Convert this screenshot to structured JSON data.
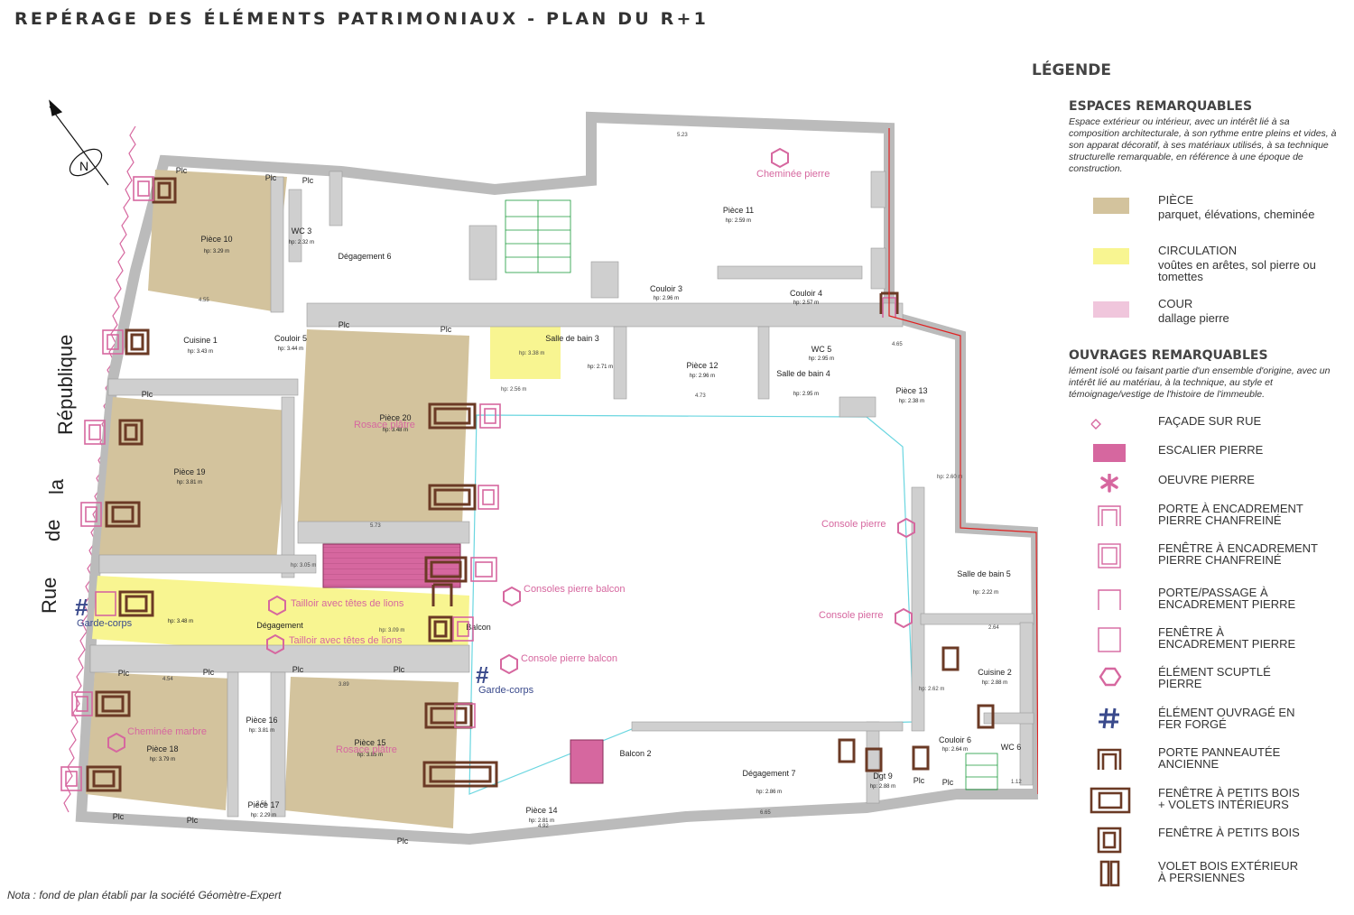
{
  "title": "REPÉRAGE DES ÉLÉMENTS PATRIMONIAUX - PLAN DU R+1",
  "nota": "Nota : fond de plan établi par la société Géomètre-Expert",
  "street": [
    "Rue",
    "de",
    "la",
    "République"
  ],
  "colors": {
    "piece": "#d3c39d",
    "circulation": "#f8f591",
    "cour": "#f0c6dc",
    "pink": "#d6679f",
    "brown": "#6b3a25",
    "navy": "#3a4a8c",
    "wall": "#cfcfcf"
  },
  "rooms": [
    {
      "name": "Pièce 10",
      "hp": "hp: 3.29 m"
    },
    {
      "name": "Cuisine 1",
      "hp": "hp: 3.43 m"
    },
    {
      "name": "Pièce 19",
      "hp": "hp: 3.81 m"
    },
    {
      "name": "Pièce 18",
      "hp": "hp: 3.79 m"
    },
    {
      "name": "Pièce 20",
      "hp": "hp: 3.48 m"
    },
    {
      "name": "Pièce 15",
      "hp": "hp: 3.85 m"
    },
    {
      "name": "Pièce 16",
      "hp": "hp: 3.81 m"
    },
    {
      "name": "Pièce 17",
      "hp": "hp: 2.29 m"
    },
    {
      "name": "WC 3",
      "hp": "hp: 2.32 m"
    },
    {
      "name": "Couloir 5",
      "hp": "hp: 3.44 m"
    },
    {
      "name": "Dégagement",
      "hp": "hp: 3.48 m"
    },
    {
      "name": "Salle de bain 3",
      "hp": "hp: 2.71 m"
    },
    {
      "name": "Pièce 11",
      "hp": "hp: 2.59 m"
    },
    {
      "name": "Couloir 3",
      "hp": "hp: 2.96 m"
    },
    {
      "name": "Couloir 4",
      "hp": "hp: 2.57 m"
    },
    {
      "name": "Pièce 12",
      "hp": "hp: 2.96 m"
    },
    {
      "name": "Salle de bain 4",
      "hp": "hp: 2.95 m"
    },
    {
      "name": "WC 5",
      "hp": "hp: 2.95 m"
    },
    {
      "name": "Pièce 13",
      "hp": "hp: 2.38 m"
    },
    {
      "name": "Salle de bain 5",
      "hp": "hp: 2.22 m"
    },
    {
      "name": "Cuisine 2",
      "hp": "hp: 2.88 m"
    },
    {
      "name": "Couloir 6",
      "hp": "hp: 2.64 m"
    },
    {
      "name": "WC 6",
      "hp": ""
    },
    {
      "name": "Dgt 9",
      "hp": "hp: 2.88 m"
    },
    {
      "name": "Dégagement 7",
      "hp": "hp: 2.86 m"
    },
    {
      "name": "Pièce 14",
      "hp": "hp: 2.81 m"
    },
    {
      "name": "Balcon 2",
      "hp": ""
    },
    {
      "name": "Balcon",
      "hp": ""
    },
    {
      "name": "Dégagement 6",
      "hp": ""
    }
  ],
  "annotations": [
    "Cheminée pierre",
    "Rosace plâtre",
    "Tailloir avec têtes de lions",
    "Tailloir avec têtes de lions",
    "Garde-corps",
    "Consoles pierre balcon",
    "Console pierre balcon",
    "Garde-corps",
    "Console pierre",
    "Console pierre",
    "Cheminée marbre",
    "Rosace plâtre"
  ],
  "plc": "Plc",
  "legend": {
    "title": "LÉGENDE",
    "espaces_title": "ESPACES REMARQUABLES",
    "espaces_desc": "Espace extérieur ou intérieur, avec un intérêt lié à sa composition architecturale, à son rythme entre pleins et vides, à son apparat décoratif, à ses matériaux utilisés, à sa technique structurelle remarquable, en référence à une époque de construction.",
    "espaces": [
      {
        "label": "PIÈCE",
        "sub": "parquet, élévations, cheminée"
      },
      {
        "label": "CIRCULATION",
        "sub": "voûtes en arêtes, sol pierre ou tomettes"
      },
      {
        "label": "COUR",
        "sub": "dallage pierre"
      }
    ],
    "ouvrages_title": "OUVRAGES REMARQUABLES",
    "ouvrages_desc": "lément isolé ou faisant partie d'un ensemble d'origine, avec un intérêt lié au matériau, à la technique, au style et témoignage/vestige de l'histoire de l'immeuble.",
    "ouvrages": [
      {
        "label": "FAÇADE SUR RUE",
        "icon": "facade-icon"
      },
      {
        "label": "ESCALIER PIERRE",
        "icon": "stone-stair-icon"
      },
      {
        "label": "OEUVRE PIERRE",
        "icon": "asterisk-icon"
      },
      {
        "label": "PORTE À ENCADREMENT\nPIERRE CHANFREINÉ",
        "icon": "chamfered-door-icon"
      },
      {
        "label": "FENÊTRE À ENCADREMENT\nPIERRE CHANFREINÉ",
        "icon": "chamfered-window-icon"
      },
      {
        "label": "PORTE/PASSAGE À\nENCADREMENT PIERRE",
        "icon": "stone-door-icon"
      },
      {
        "label": "FENÊTRE À\nENCADREMENT PIERRE",
        "icon": "stone-window-icon"
      },
      {
        "label": "ÉLÉMENT SCUPTLÉ\nPIERRE",
        "icon": "hexagon-icon"
      },
      {
        "label": "ÉLÉMENT OUVRAGÉ EN\nFER FORGÉ",
        "icon": "hash-icon"
      },
      {
        "label": "PORTE PANNEAUTÉE\nANCIENNE",
        "icon": "panel-door-icon"
      },
      {
        "label": "FENÊTRE À PETITS BOIS\n+ VOLETS INTÉRIEURS",
        "icon": "window-shutters-icon"
      },
      {
        "label": "FENÊTRE À PETITS BOIS",
        "icon": "small-pane-window-icon"
      },
      {
        "label": "VOLET BOIS EXTÉRIEUR\nÀ PERSIENNES",
        "icon": "louvred-shutter-icon"
      }
    ]
  }
}
